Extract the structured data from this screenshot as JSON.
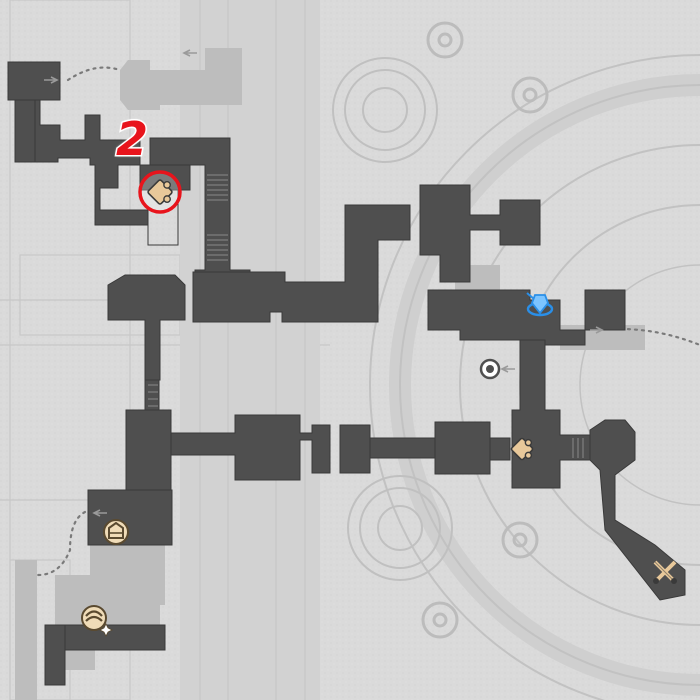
{
  "map": {
    "annotation": {
      "label": "2",
      "color": "#e8141c"
    },
    "colors": {
      "background": "#d8d8d8",
      "walkway": "#505050",
      "walkway_outline": "#3a3a3a",
      "inactive_area": "#bdbdbd",
      "floor_light": "#e6e6e6",
      "circle_marker": "#e8141c",
      "puzzle_icon": "#e8c89a",
      "teleport_icon": "#2a8fe8"
    },
    "markers": [
      {
        "name": "puzzle-piece-icon-circled",
        "type": "puzzle"
      },
      {
        "name": "space-anchor-icon",
        "type": "teleport"
      },
      {
        "name": "puzzle-piece-icon",
        "type": "puzzle"
      },
      {
        "name": "warp-trotter-icon",
        "type": "enemy"
      },
      {
        "name": "treasure-chest-icon",
        "type": "chest"
      },
      {
        "name": "treasure-chest-sparkle-icon",
        "type": "chest"
      },
      {
        "name": "door-arrow-icon",
        "type": "entry"
      }
    ]
  }
}
